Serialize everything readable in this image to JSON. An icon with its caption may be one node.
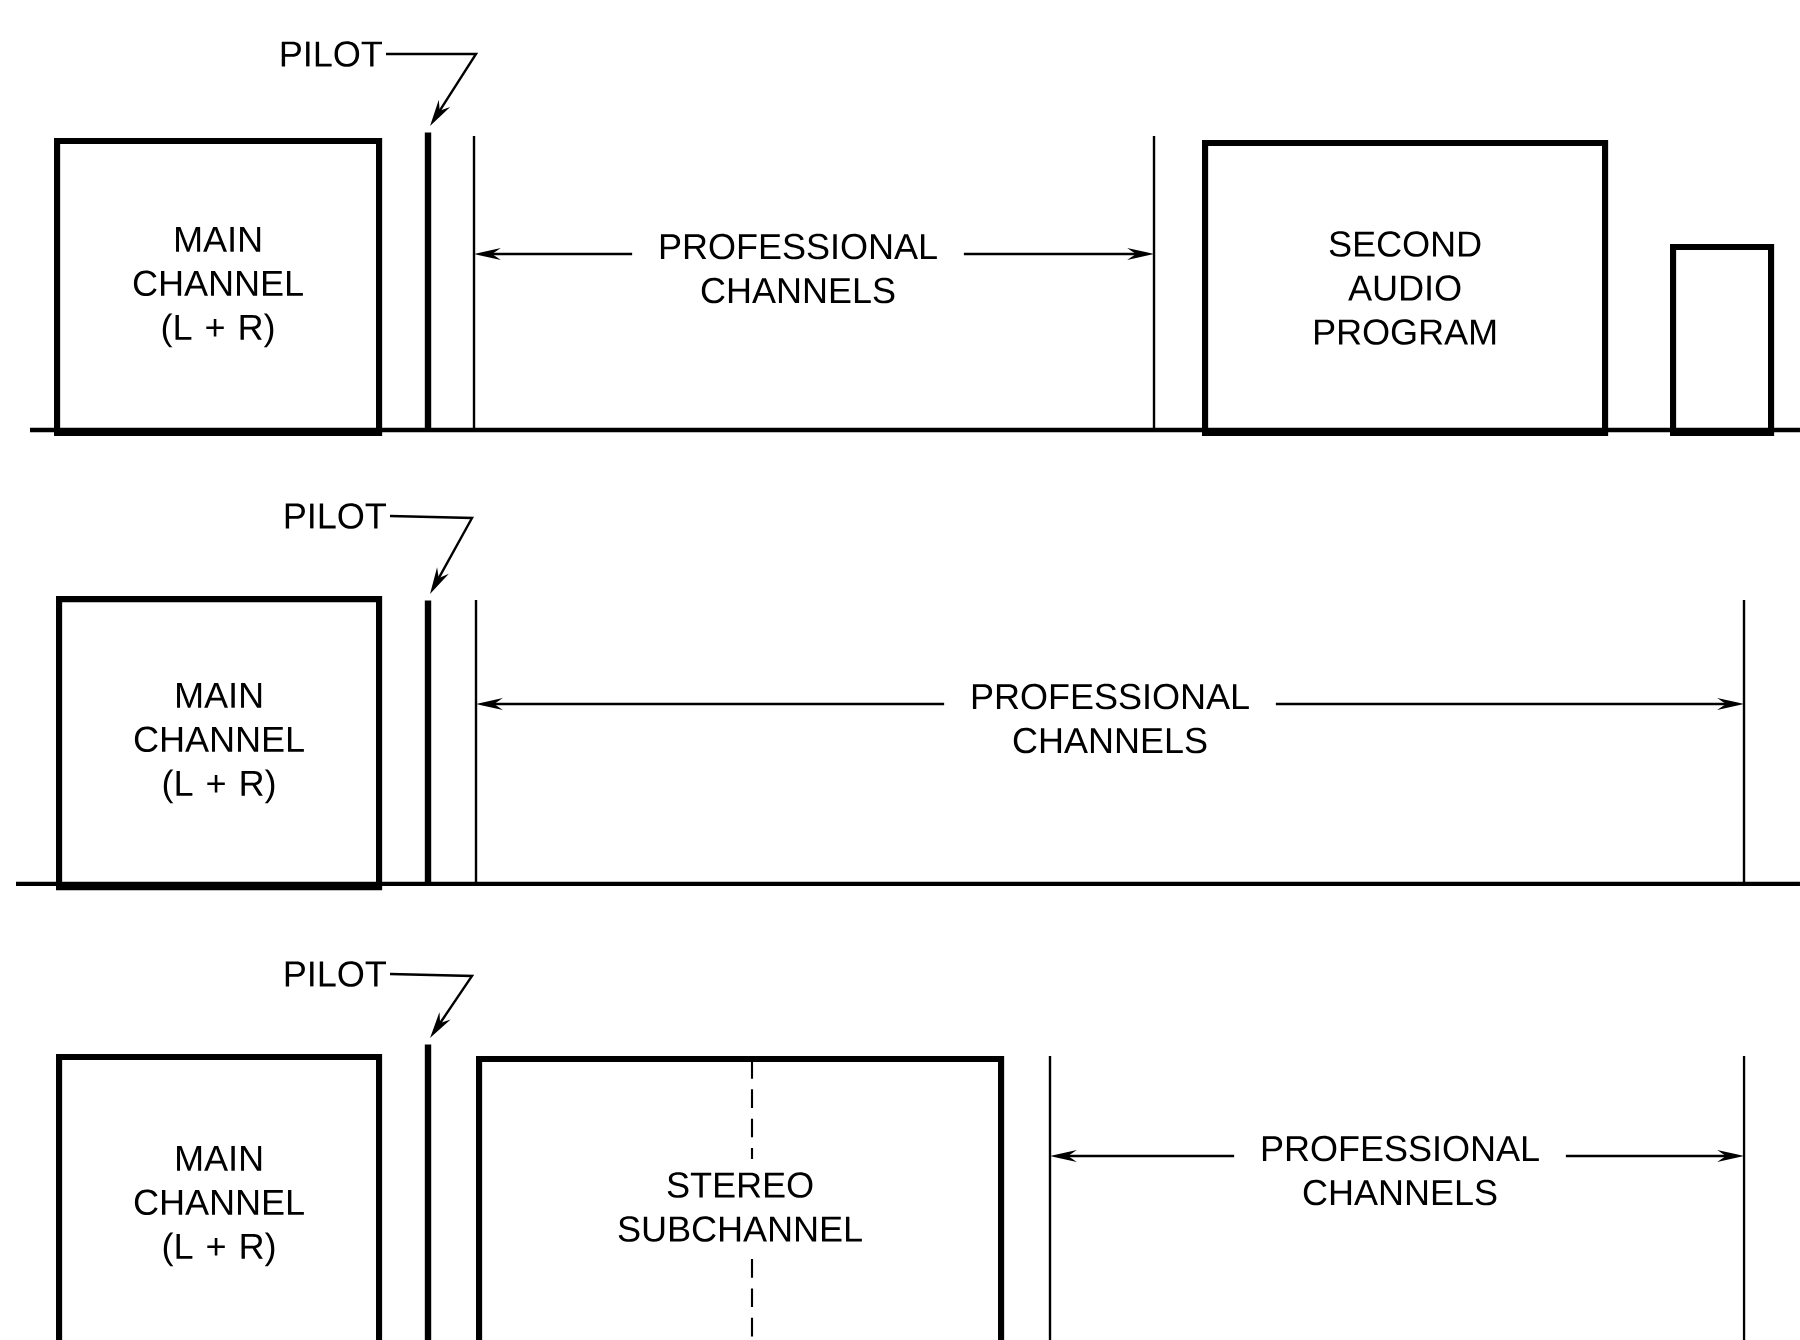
{
  "diagram": {
    "nodes": [
      {
        "text": [
          "MAIN CHANNEL (L + R)"
        ]
      },
      {
        "text": [
          "PILOT"
        ]
      },
      {
        "text": [],
        "shape": "bar"
      },
      {
        "text": [
          "SECOND AUDIO PROGRAM"
        ]
      },
      {
        "text": [],
        "shape": "box"
      },
      {
        "text": [
          "MAIN CHANNEL (L + R)"
        ]
      },
      {
        "text": [
          "PILOT"
        ]
      },
      {
        "text": [],
        "shape": "bar"
      },
      {
        "text": [
          "MAIN CHANNEL (L + R)"
        ]
      },
      {
        "text": [
          "PILOT"
        ]
      },
      {
        "text": [],
        "shape": "bar"
      },
      {
        "text": [
          "STEREO SUBCHANNEL"
        ]
      }
    ],
    "edges": [
      {
        "from": 1,
        "to": 2,
        "arrow": "to"
      },
      {
        "from": 6,
        "to": 7,
        "arrow": "to"
      },
      {
        "from": 9,
        "to": 10,
        "arrow": "to"
      }
    ],
    "labels": [
      "PROFESSIONAL CHANNELS",
      "PROFESSIONAL CHANNELS",
      "PROFESSIONAL CHANNELS"
    ]
  }
}
